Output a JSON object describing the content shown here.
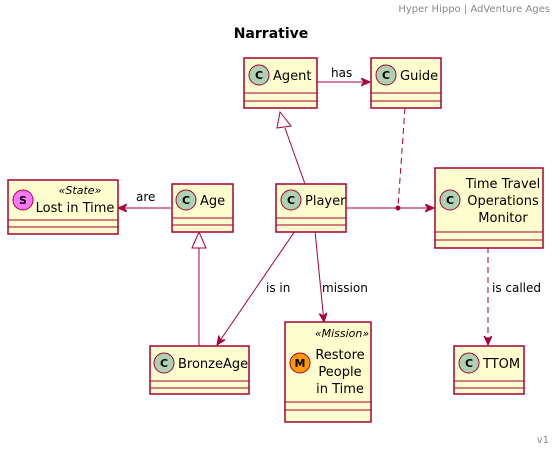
{
  "header": {
    "text": "Hyper Hippo | AdVenture Ages"
  },
  "title": "Narrative",
  "footer": {
    "version": "v1"
  },
  "colors": {
    "box_fill": "#FEFECE",
    "border": "#A80036",
    "class_badge": "#ADD1B2",
    "state_badge": "#FF7700",
    "mission_badge": "#FF7700"
  },
  "classes": {
    "agent": {
      "badge": "C",
      "name": "Agent"
    },
    "guide": {
      "badge": "C",
      "name": "Guide"
    },
    "age": {
      "badge": "C",
      "name": "Age"
    },
    "player": {
      "badge": "C",
      "name": "Player"
    },
    "lost_in_time": {
      "badge": "S",
      "stereotype": "«State»",
      "name": "Lost in Time"
    },
    "ttom_long": {
      "badge": "C",
      "name_lines": [
        "Time Travel",
        "Operations",
        "Monitor"
      ]
    },
    "bronze_age": {
      "badge": "C",
      "name": "BronzeAge"
    },
    "restore": {
      "badge": "M",
      "stereotype": "«Mission»",
      "name_lines": [
        "Restore",
        "People",
        "in Time"
      ]
    },
    "ttom": {
      "badge": "C",
      "name": "TTOM"
    }
  },
  "relations": {
    "agent_guide": "has",
    "age_state": "are",
    "player_bronze": "is in",
    "player_mission": "mission",
    "monitor_ttom": "is called"
  }
}
